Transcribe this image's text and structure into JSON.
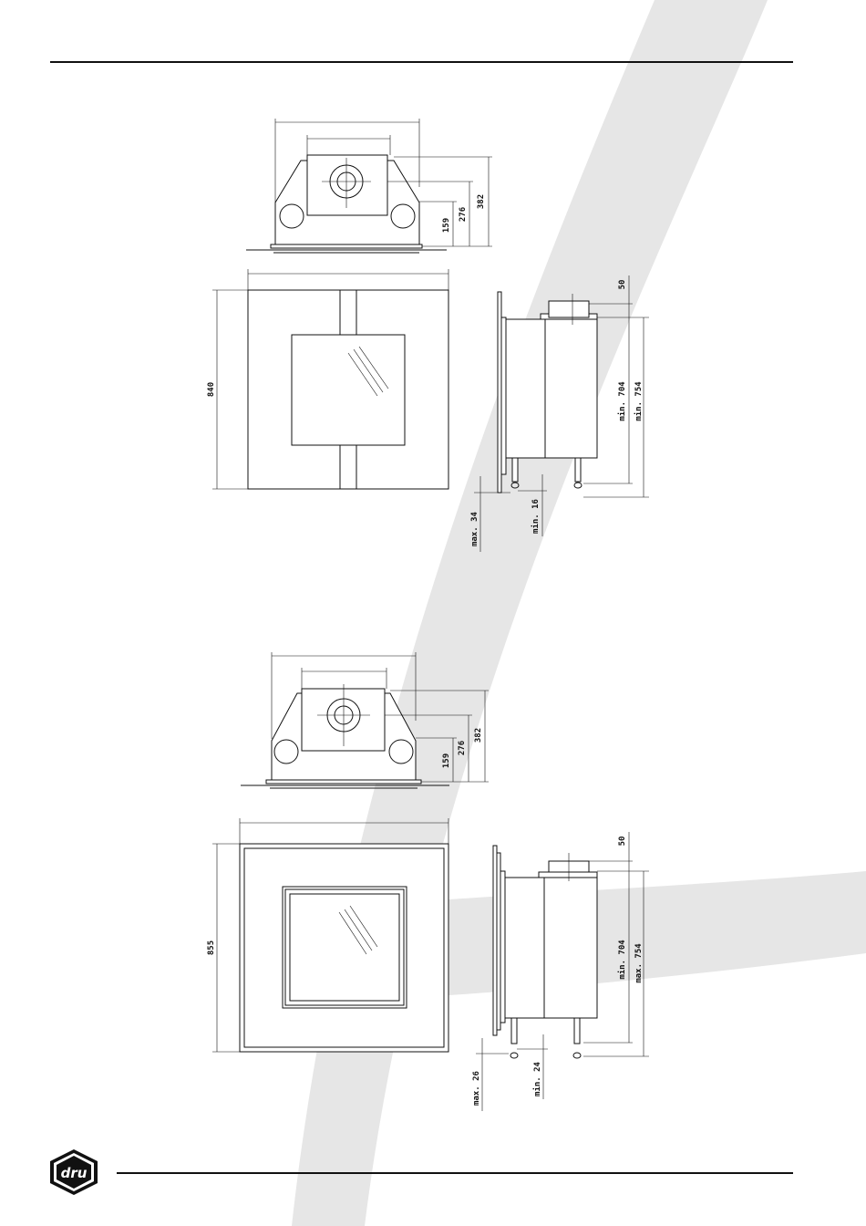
{
  "brand": {
    "logo_text": "dru"
  },
  "colors": {
    "swoosh": "#e6e6e6",
    "ink": "#111111"
  },
  "drawing_1": {
    "top_view": {
      "h_a": "382",
      "h_b": "276",
      "h_c": "159"
    },
    "front_view": {
      "height": "840"
    },
    "side_view": {
      "top": "50",
      "inner": "min. 704",
      "outer": "min. 754",
      "left_bottom": "max. 34",
      "right_bottom": "min. 16"
    }
  },
  "drawing_2": {
    "top_view": {
      "h_a": "382",
      "h_b": "276",
      "h_c": "159"
    },
    "front_view": {
      "height": "855"
    },
    "side_view": {
      "top": "50",
      "inner": "min. 704",
      "outer": "max. 754",
      "left_bottom": "max. 26",
      "right_bottom": "min. 24"
    }
  }
}
